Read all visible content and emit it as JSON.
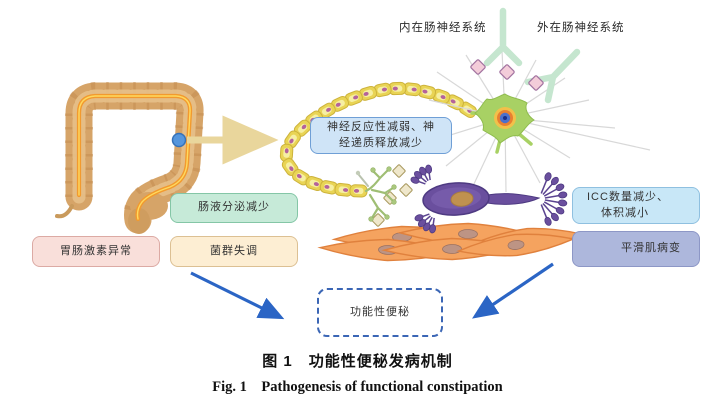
{
  "figure": {
    "top_labels": {
      "intrinsic": "内在肠神经系统",
      "extrinsic": "外在肠神经系统"
    },
    "boxes": {
      "neural": {
        "line1": "神经反应性减弱、神",
        "line2": "经递质释放减少"
      },
      "fluid": {
        "label": "肠液分泌减少"
      },
      "hormone": {
        "label": "胃肠激素异常"
      },
      "flora": {
        "label": "菌群失调"
      },
      "icc": {
        "line1": "ICC数量减少、",
        "line2": "体积减小"
      },
      "muscle": {
        "label": "平滑肌病变"
      },
      "outcome": {
        "label": "功能性便秘"
      }
    },
    "caption": {
      "zh": "图 1　功能性便秘发病机制",
      "en": "Fig. 1　Pathogenesis of functional constipation"
    },
    "palette": {
      "arrow_blue": "#2b65c5",
      "callout_tan": "#e9d69c",
      "box_blue": "#cfe4f7",
      "box_green": "#c6ead8",
      "box_pink": "#f9dfda",
      "box_cream": "#fdeed3",
      "box_lightblue": "#c8e7f7",
      "box_periwinkle": "#adb7dc",
      "outcome_border": "#3b66b5",
      "colon_tan": "#d6a468",
      "neuron_green": "#a8d164",
      "icc_purple": "#6a4f9e",
      "muscle_orange": "#f5a35f",
      "cell_yellow": "#e9d455"
    }
  }
}
